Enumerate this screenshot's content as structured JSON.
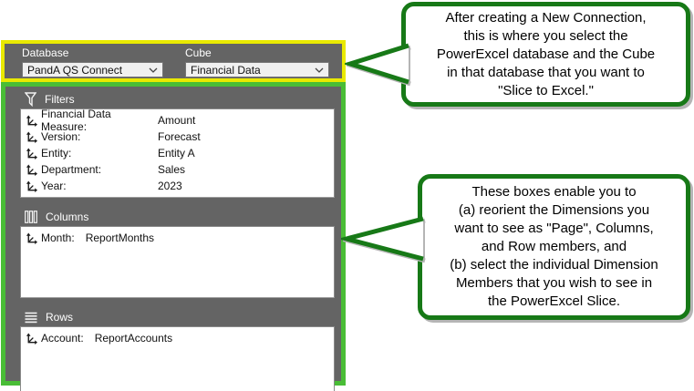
{
  "connection": {
    "database_label": "Database",
    "database_value": "PandA QS Connect",
    "cube_label": "Cube",
    "cube_value": "Financial Data"
  },
  "sections": {
    "filters": {
      "title": "Filters",
      "items": [
        {
          "label": "Financial Data Measure:",
          "value": "Amount"
        },
        {
          "label": "Version:",
          "value": "Forecast"
        },
        {
          "label": "Entity:",
          "value": "Entity A"
        },
        {
          "label": "Department:",
          "value": "Sales"
        },
        {
          "label": "Year:",
          "value": "2023"
        }
      ]
    },
    "columns": {
      "title": "Columns",
      "items": [
        {
          "label": "Month:",
          "value": "ReportMonths"
        }
      ]
    },
    "rows": {
      "title": "Rows",
      "items": [
        {
          "label": "Account:",
          "value": "ReportAccounts"
        }
      ]
    }
  },
  "callouts": [
    {
      "text": "After creating a New Connection,\nthis is where you select the\nPowerExcel database and the Cube\nin that database that you want to\n\"Slice to Excel.\""
    },
    {
      "text": "These boxes enable you to\n(a) reorient the Dimensions you\nwant to see as \"Page\", Columns,\nand Row members, and\n(b) select the individual Dimension\nMembers that you wish to see in\nthe PowerExcel Slice."
    }
  ],
  "icons": {
    "filters": "funnel-icon",
    "columns": "columns-icon",
    "rows": "rows-icon",
    "dimension": "axis-icon",
    "dropdown": "chevron-down-icon"
  },
  "colors": {
    "panel_gray": "#646464",
    "highlight_yellow": "#e9e900",
    "highlight_green": "#49bd36",
    "callout_green": "#177917",
    "listbox_white": "#ffffff"
  }
}
